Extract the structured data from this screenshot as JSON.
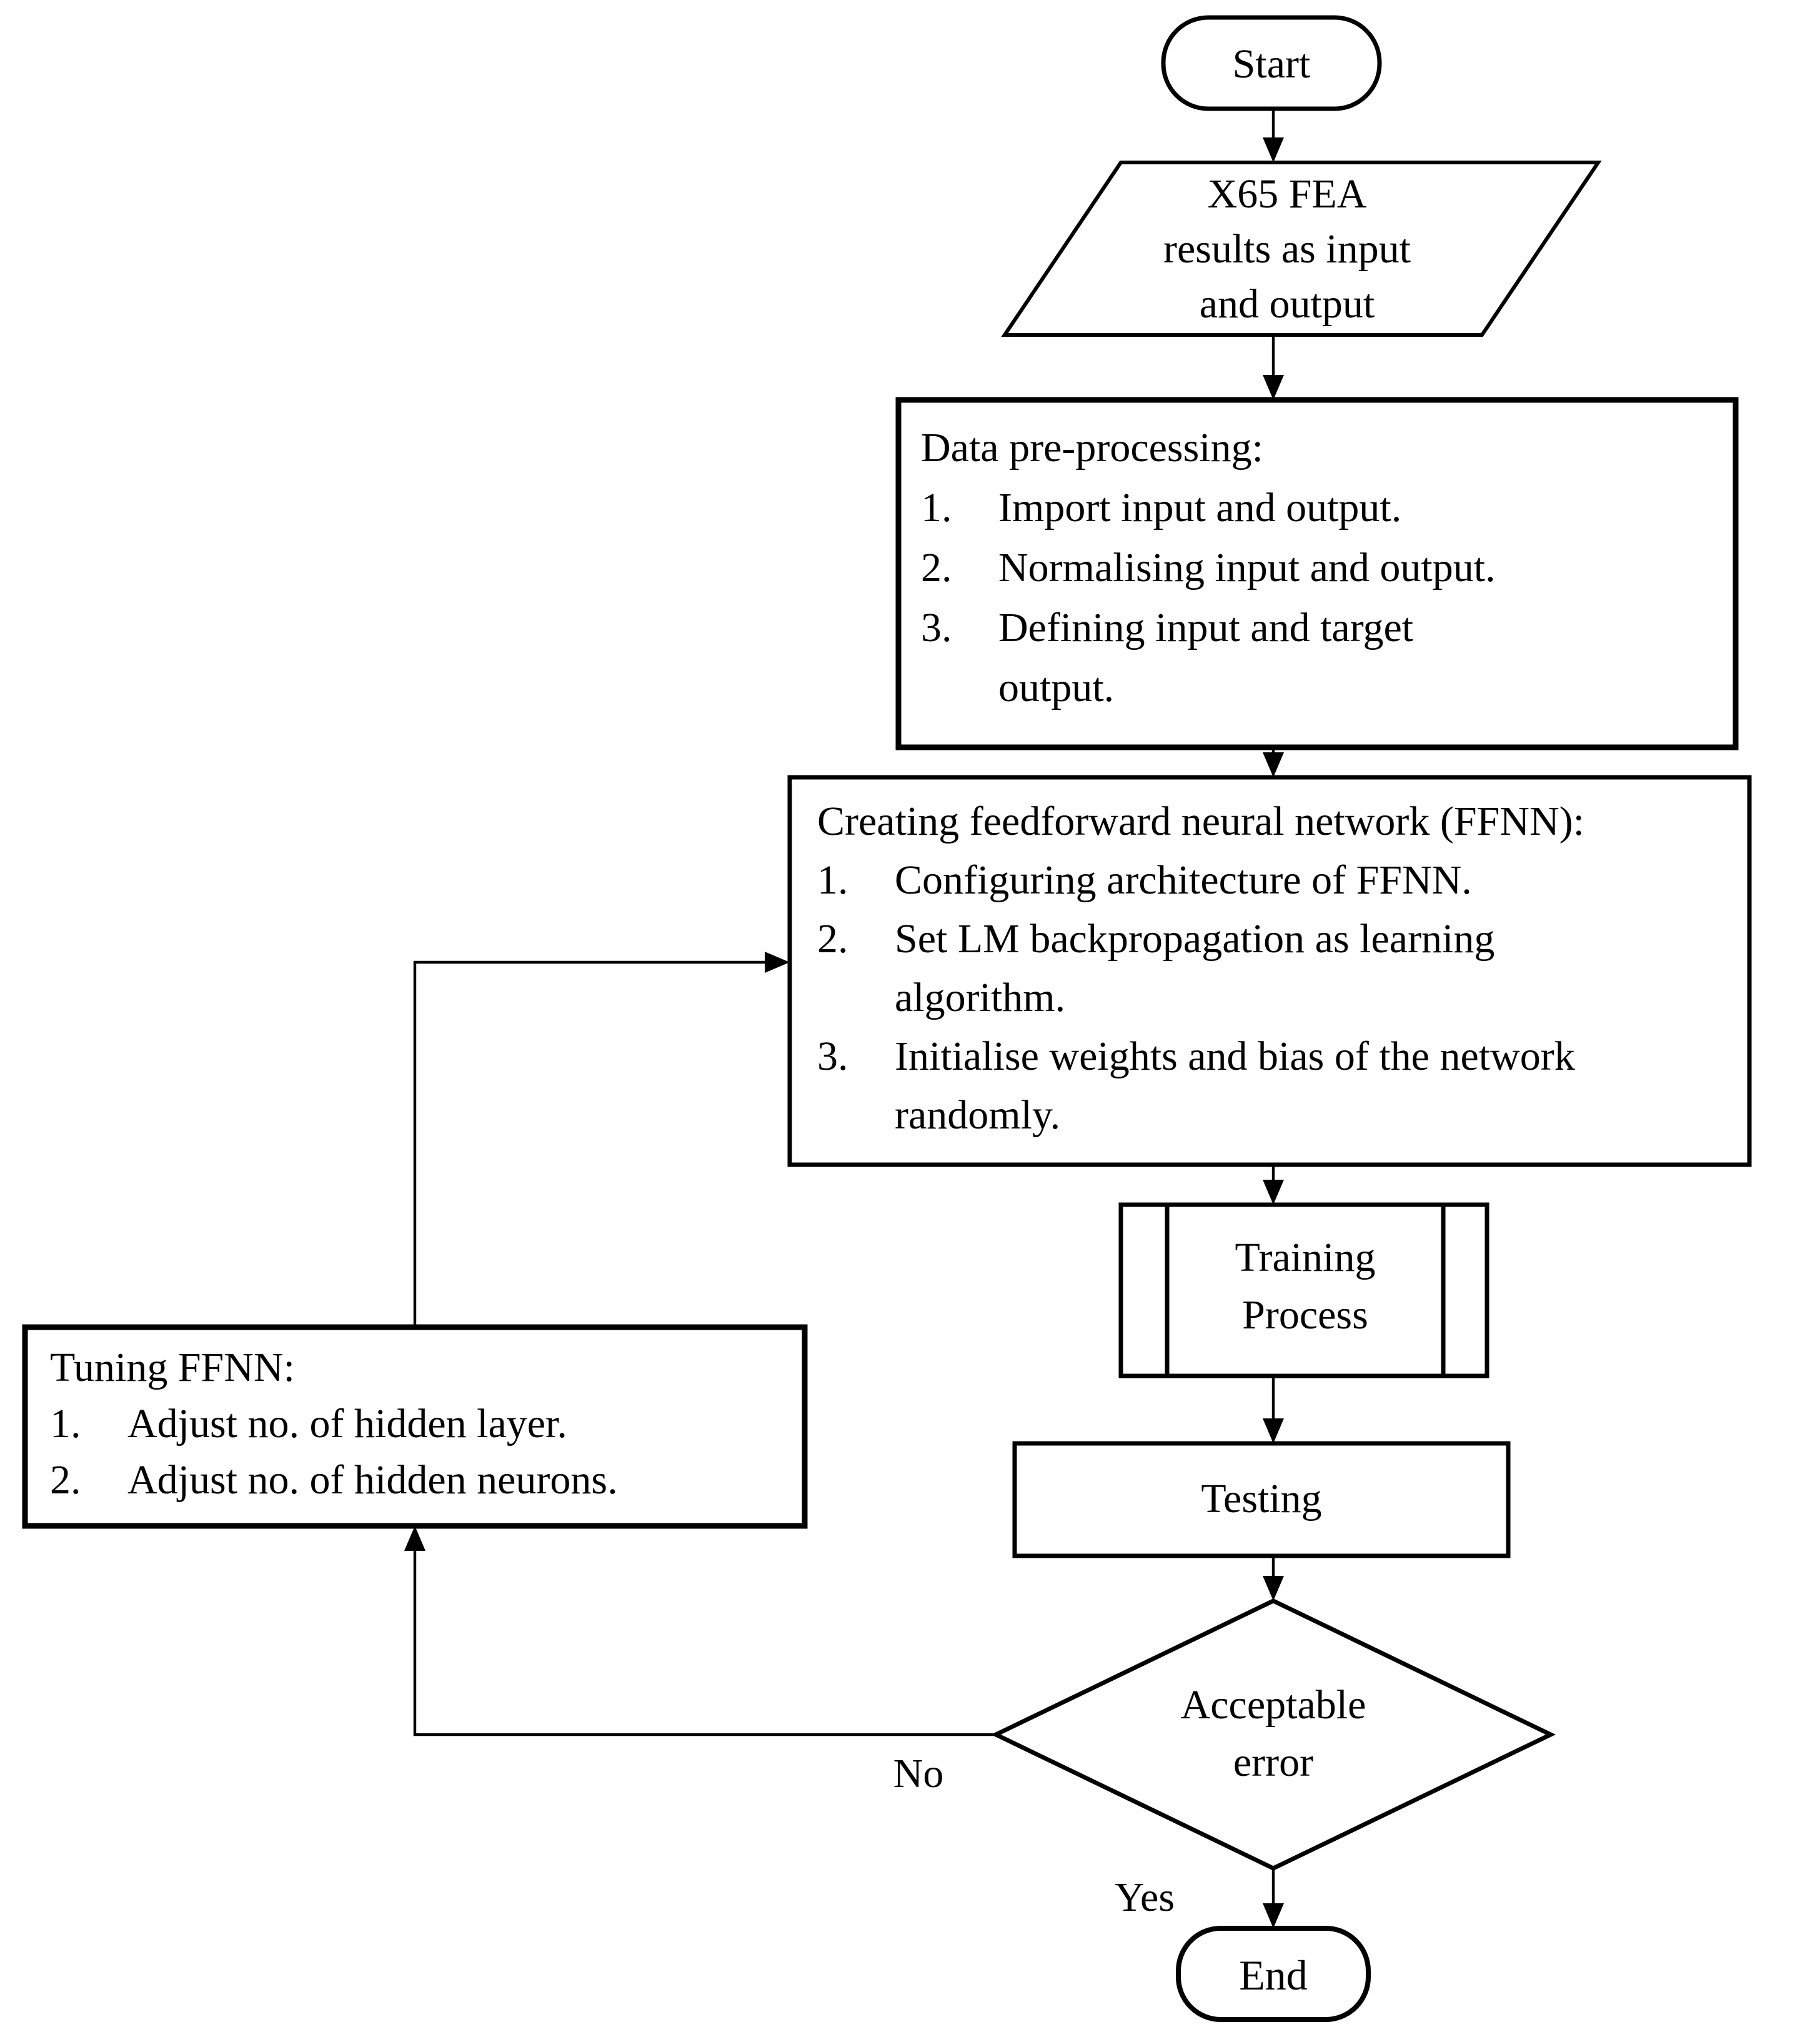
{
  "flowchart": {
    "colors": {
      "line": "#000000",
      "fill": "#ffffff",
      "text": "#000000"
    },
    "nodes": {
      "start": {
        "label": "Start"
      },
      "input_data": {
        "lines": [
          "X65 FEA",
          "results as input",
          "and output"
        ]
      },
      "preprocess": {
        "title": "Data pre-processing:",
        "items": [
          {
            "num": "1.",
            "lines": [
              "Import input and output."
            ]
          },
          {
            "num": "2.",
            "lines": [
              "Normalising input and output."
            ]
          },
          {
            "num": "3.",
            "lines": [
              "Defining input and target",
              "output."
            ]
          }
        ]
      },
      "create_ffnn": {
        "title": "Creating feedforward neural network (FFNN):",
        "items": [
          {
            "num": "1.",
            "lines": [
              "Configuring architecture of FFNN."
            ]
          },
          {
            "num": "2.",
            "lines": [
              "Set LM backpropagation as learning",
              "algorithm."
            ]
          },
          {
            "num": "3.",
            "lines": [
              "Initialise weights and bias of the network",
              "randomly."
            ]
          }
        ]
      },
      "training": {
        "lines": [
          "Training",
          "Process"
        ]
      },
      "testing": {
        "label": "Testing"
      },
      "decision": {
        "lines": [
          "Acceptable",
          "error"
        ]
      },
      "tuning": {
        "title": "Tuning FFNN:",
        "items": [
          {
            "num": "1.",
            "lines": [
              "Adjust no. of hidden layer."
            ]
          },
          {
            "num": "2.",
            "lines": [
              "Adjust no. of hidden neurons."
            ]
          }
        ]
      },
      "end": {
        "label": "End"
      }
    },
    "edge_labels": {
      "no": "No",
      "yes": "Yes"
    }
  }
}
